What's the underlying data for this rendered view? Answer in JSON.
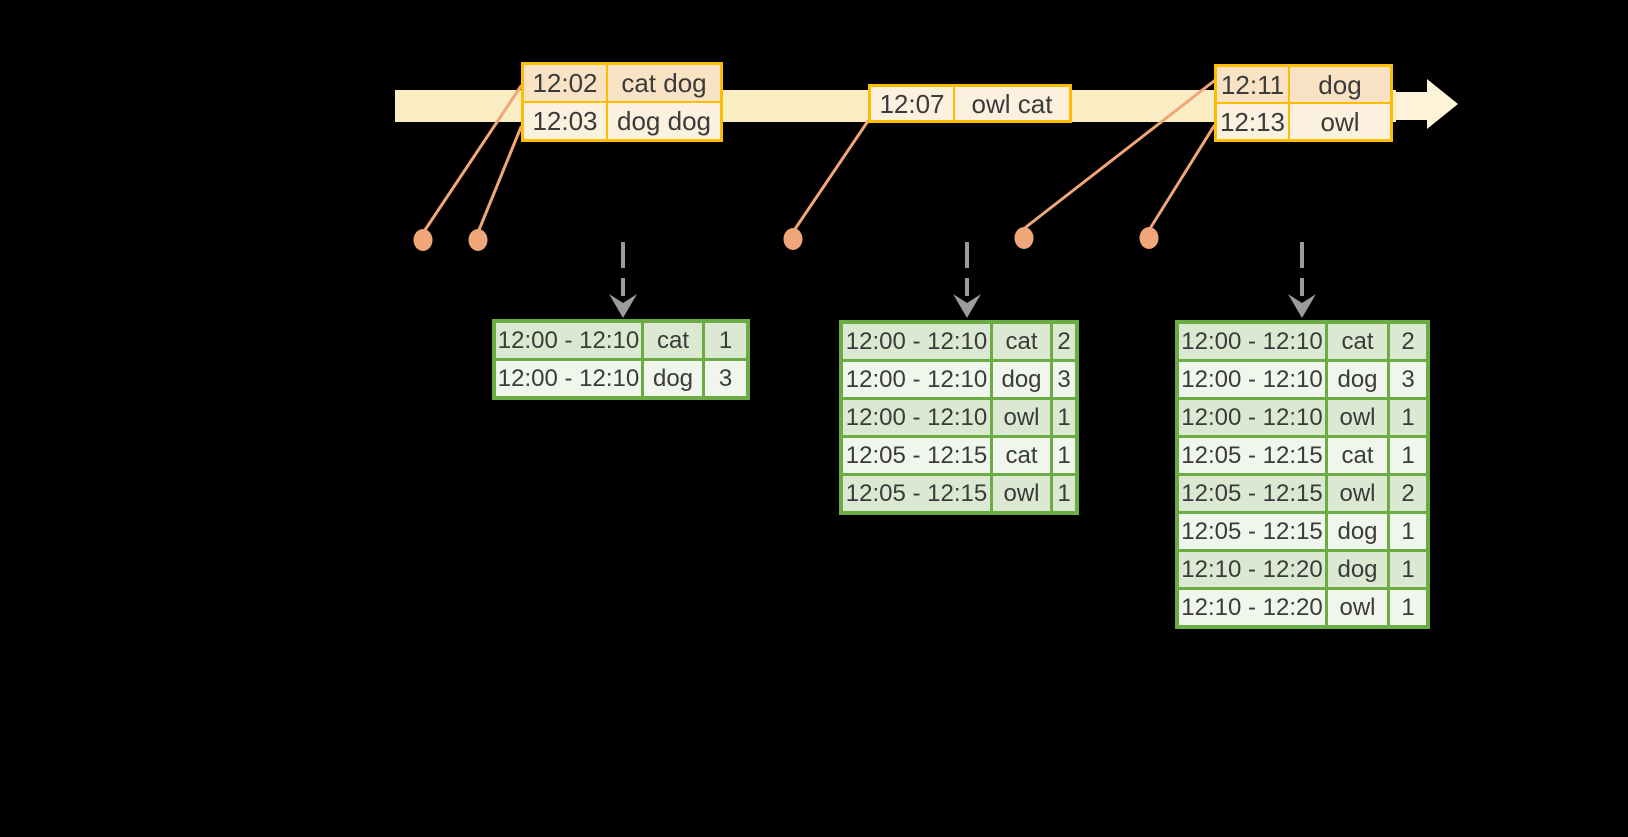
{
  "colors": {
    "background": "#000000",
    "timeline-band": "#FAEDC4",
    "timeline-arrowhead": "#FCF3D9",
    "event-border": "#FDBE02",
    "event-cell-dark": "#FAE3C4",
    "event-cell-light": "#FCF0DF",
    "connector": "#F0A679",
    "flow-arrow": "#9B9B9B",
    "result-border": "#6CAC44",
    "result-cell-dark": "#DCE9D2",
    "result-cell-light": "#F1F6ED",
    "text": "#3B3B3B"
  },
  "event_tables": [
    {
      "rows": [
        {
          "shade": "dark",
          "cells": [
            "12:02",
            "cat dog"
          ]
        },
        {
          "shade": "light",
          "cells": [
            "12:03",
            "dog dog"
          ]
        }
      ]
    },
    {
      "rows": [
        {
          "shade": "light",
          "cells": [
            "12:07",
            "owl cat"
          ]
        }
      ]
    },
    {
      "rows": [
        {
          "shade": "dark",
          "cells": [
            "12:11",
            "dog"
          ]
        },
        {
          "shade": "light",
          "cells": [
            "12:13",
            "owl"
          ]
        }
      ]
    }
  ],
  "result_tables": [
    {
      "rows": [
        [
          "12:00 - 12:10",
          "cat",
          "1"
        ],
        [
          "12:00 - 12:10",
          "dog",
          "3"
        ]
      ]
    },
    {
      "rows": [
        [
          "12:00 - 12:10",
          "cat",
          "2"
        ],
        [
          "12:00 - 12:10",
          "dog",
          "3"
        ],
        [
          "12:00 - 12:10",
          "owl",
          "1"
        ],
        [
          "12:05 - 12:15",
          "cat",
          "1"
        ],
        [
          "12:05 - 12:15",
          "owl",
          "1"
        ]
      ]
    },
    {
      "rows": [
        [
          "12:00 - 12:10",
          "cat",
          "2"
        ],
        [
          "12:00 - 12:10",
          "dog",
          "3"
        ],
        [
          "12:00 - 12:10",
          "owl",
          "1"
        ],
        [
          "12:05 - 12:15",
          "cat",
          "1"
        ],
        [
          "12:05 - 12:15",
          "owl",
          "2"
        ],
        [
          "12:05 - 12:15",
          "dog",
          "1"
        ],
        [
          "12:10 - 12:20",
          "dog",
          "1"
        ],
        [
          "12:10 - 12:20",
          "owl",
          "1"
        ]
      ]
    }
  ]
}
